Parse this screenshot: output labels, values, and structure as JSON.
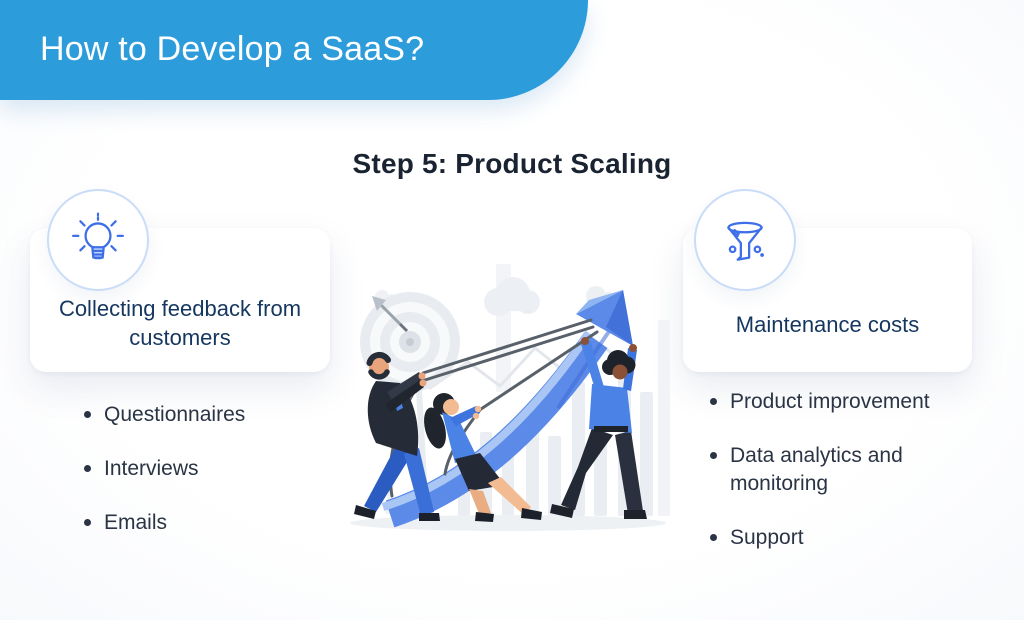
{
  "header": {
    "title": "How to Develop a SaaS?"
  },
  "main": {
    "step_title": "Step 5: Product Scaling"
  },
  "left_panel": {
    "card_label": "Collecting feedback from customers",
    "icon": "lightbulb-icon",
    "items": [
      "Questionnaires",
      "Interviews",
      "Emails"
    ]
  },
  "right_panel": {
    "card_label": "Maintenance costs",
    "icon": "funnel-icon",
    "items": [
      "Product improvement",
      "Data analytics and monitoring",
      "Support"
    ]
  },
  "illustration": {
    "icon": "team-pulling-growth-arrow-illustration"
  },
  "colors": {
    "header_bg": "#2D9CDB",
    "step_title_text": "#1A2332",
    "card_label_text": "#14365F",
    "list_text": "#2A3444",
    "icon_stroke": "#3E6FE8",
    "badge_border": "#C9DCF8",
    "arrow_primary": "#5B8AE9",
    "arrow_highlight": "#A9C6F5",
    "arrow_shadow": "#4371DA",
    "rope": "#586069"
  }
}
